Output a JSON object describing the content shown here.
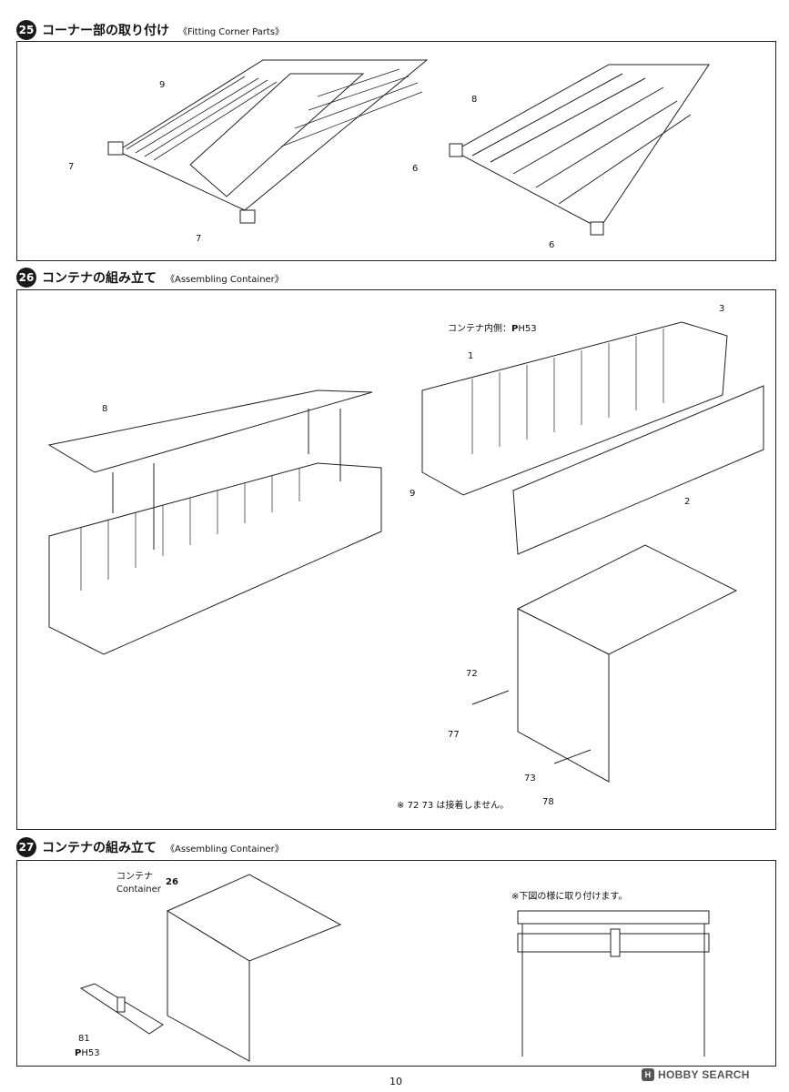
{
  "steps": [
    {
      "number": "25",
      "title": "コーナー部の取り付け",
      "subtitle": "《Fitting Corner Parts》"
    },
    {
      "number": "26",
      "title": "コンテナの組み立て",
      "subtitle": "《Assembling Container》"
    },
    {
      "number": "27",
      "title": "コンテナの組み立て",
      "subtitle": "《Assembling Container》"
    }
  ],
  "step25": {
    "parts": [
      "9",
      "7",
      "7",
      "8",
      "6",
      "6"
    ]
  },
  "step26": {
    "parts": [
      "8",
      "1",
      "3",
      "9",
      "2",
      "72",
      "77",
      "73",
      "78"
    ],
    "inner_note": "コンテナ内側：",
    "paint_code": "H53",
    "note_prefix": "※",
    "note_parts": [
      "72",
      "73"
    ],
    "note_suffix": "は接着しません。"
  },
  "step27": {
    "container_jp": "コンテナ",
    "container_en": "Container",
    "ref_step": "26",
    "part": "81",
    "paint_code": "H53",
    "note": "※下図の様に取り付けます。"
  },
  "page_number": "10",
  "watermark": "HOBBY SEARCH"
}
